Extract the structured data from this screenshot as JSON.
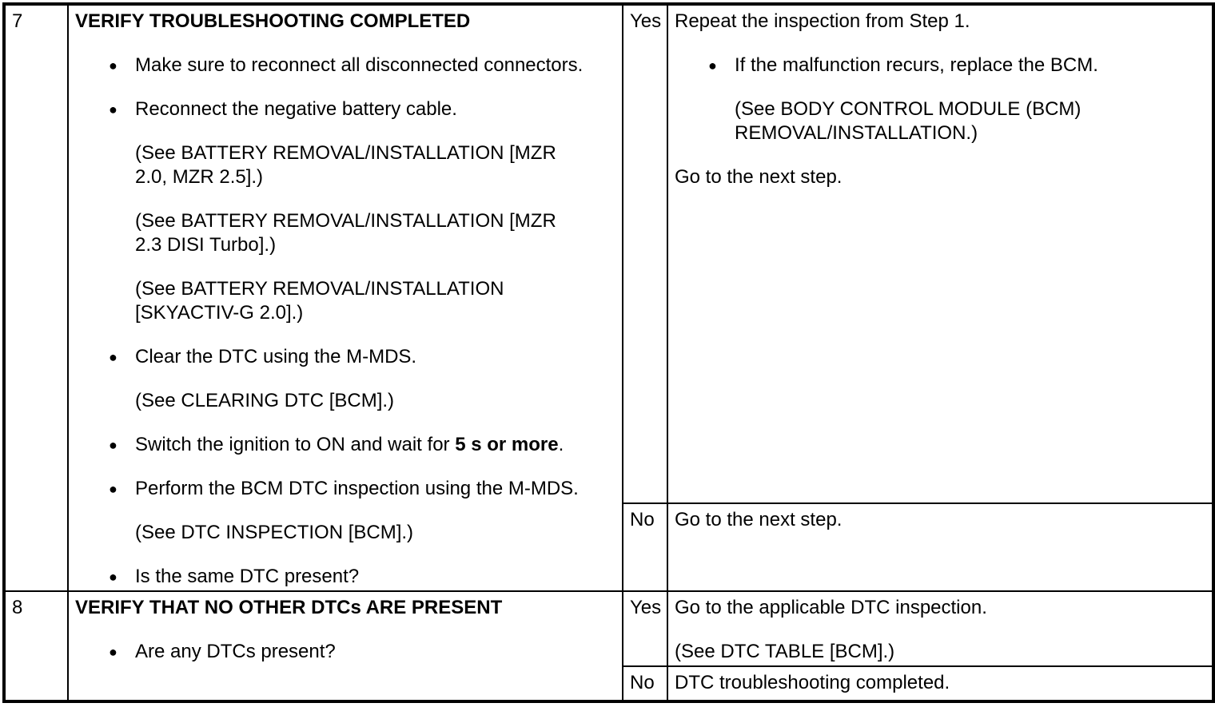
{
  "page": {
    "background": "#ffffff",
    "text_color": "#000000",
    "border_color": "#000000"
  },
  "steps": [
    {
      "number": "7",
      "title": "VERIFY TROUBLESHOOTING COMPLETED",
      "procedure": [
        {
          "text": "Make sure to reconnect all disconnected connectors."
        },
        {
          "text": "Reconnect the negative battery cable."
        },
        {
          "text": "(See BATTERY REMOVAL/INSTALLATION [MZR\n2.0, MZR 2.5].)"
        },
        {
          "text": "(See BATTERY REMOVAL/INSTALLATION [MZR\n2.3 DISI Turbo].)"
        },
        {
          "text": "(See BATTERY REMOVAL/INSTALLATION\n[SKYACTIV-G 2.0].)"
        },
        {
          "text": "Clear the DTC using the M-MDS."
        },
        {
          "text": "(See CLEARING DTC [BCM].)"
        },
        {
          "text": "Switch the ignition to ON and wait for ",
          "bold": "5 s or more",
          "suffix": "."
        },
        {
          "text": "Perform the BCM DTC inspection using the M-MDS."
        },
        {
          "text": "(See DTC INSPECTION [BCM].)"
        },
        {
          "text": "Is the same DTC present?"
        }
      ],
      "yes": {
        "label": "Yes",
        "actions": [
          {
            "text": "Repeat the inspection from Step 1."
          },
          {
            "text": "If the malfunction recurs, replace the BCM."
          },
          {
            "text": "(See BODY CONTROL MODULE (BCM)\nREMOVAL/INSTALLATION.)"
          },
          {
            "text": "Go to the next step."
          }
        ]
      },
      "no": {
        "label": "No",
        "actions": [
          {
            "text": "Go to the next step."
          }
        ]
      }
    },
    {
      "number": "8",
      "title": "VERIFY THAT NO OTHER DTCs ARE PRESENT",
      "procedure": [
        {
          "text": "Are any DTCs present?"
        }
      ],
      "yes": {
        "label": "Yes",
        "actions": [
          {
            "text": "Go to the applicable DTC inspection."
          },
          {
            "text": "(See DTC TABLE [BCM].)"
          }
        ]
      },
      "no": {
        "label": "No",
        "actions": [
          {
            "text": "DTC troubleshooting completed."
          }
        ]
      }
    }
  ]
}
